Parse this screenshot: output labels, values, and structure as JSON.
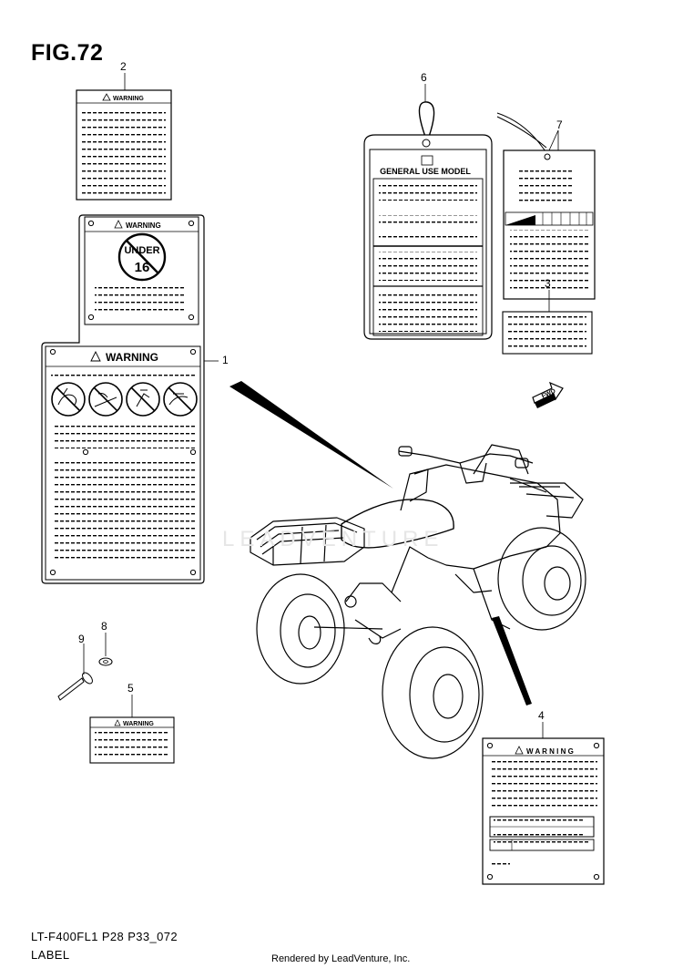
{
  "figure": {
    "title": "FIG.72"
  },
  "footer": {
    "model_code": "LT-F400FL1 P28 P33_072",
    "section_name": "LABEL",
    "credit": "Rendered by LeadVenture, Inc."
  },
  "watermark": {
    "text": "LEADVENTURE"
  },
  "labels": {
    "warning_word": "WARNING",
    "warning_caps": "W A R N I N G",
    "under_text": "UNDER",
    "age_number": "16",
    "general_use_model": "GENERAL USE MODEL",
    "fwd": "FWD"
  },
  "callouts": [
    "1",
    "2",
    "3",
    "4",
    "5",
    "6",
    "7",
    "8",
    "9"
  ]
}
